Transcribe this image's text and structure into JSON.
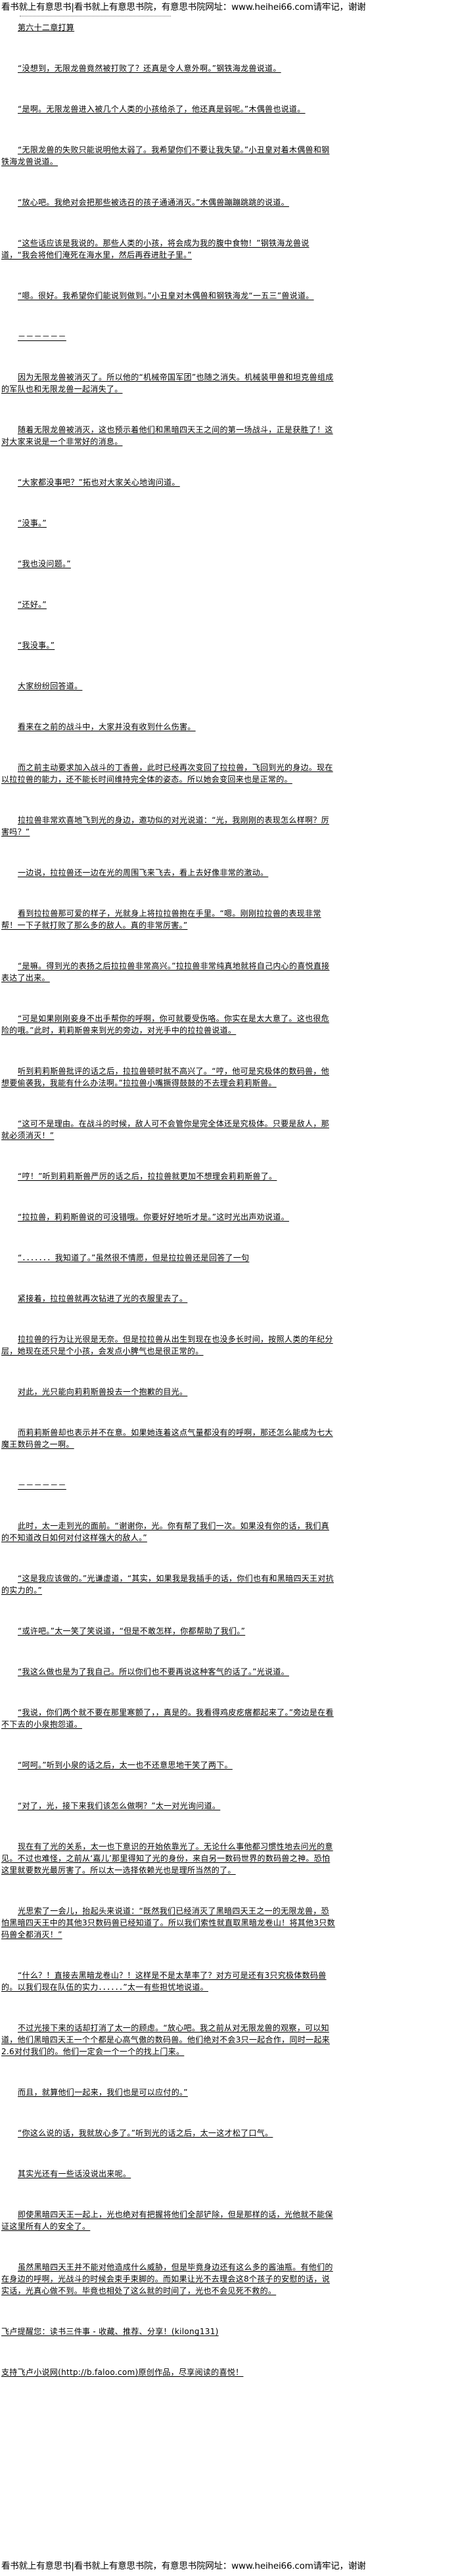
{
  "site_banner": "看书就上有意思书|看书就上有意思书院，有意思书院网址：www.heihei66.com请牢记，谢谢",
  "chapter_title": "第六十二章打算",
  "paragraphs": [
    {
      "text": "“没想到，无限龙兽竟然被打败了？还真是令人意外啊。”钢铁海龙兽说道。"
    },
    {
      "text": "“是啊。无限龙兽进入被几个人类的小孩给杀了，他还真是弱呢。”木偶兽也说道。"
    },
    {
      "text": "“无限龙兽的失败只能说明他太弱了。我希望你们不要让我失望。”小丑皇对着木偶兽和钢铁海龙兽说道。"
    },
    {
      "text": "“放心吧。我绝对会把那些被选召的孩子通通消灭。”木偶兽蹦蹦跳跳的说道。"
    },
    {
      "text": "“这些话应该是我说的。那些人类的小孩，将会成为我的腹中食物！”钢铁海龙兽说道，“我会将他们淹死在海水里，然后再吞进肚子里。”"
    },
    {
      "text": "“嗯。很好。我希望你们能说到做到。”小丑皇对木偶兽和钢铁海龙“一五三”兽说道。"
    },
    {
      "text": "－－－－－－"
    },
    {
      "text": "因为无限龙兽被消灭了。所以他的“机械帝国军团”也随之消失。机械装甲兽和坦克兽组成的军队也和无限龙兽一起消失了。"
    },
    {
      "text": "随着无限龙兽被消灭，这也预示着他们和黑暗四天王之间的第一场战斗，正是获胜了！这对大家来说是一个非常好的消息。"
    },
    {
      "text": "“大家都没事吧？”拓也对大家关心地询问道。"
    },
    {
      "text": "“没事。”"
    },
    {
      "text": "“我也没问题。”"
    },
    {
      "text": "“还好。”"
    },
    {
      "text": "“我没事。”"
    },
    {
      "text": "大家纷纷回答道。"
    },
    {
      "text": "看来在之前的战斗中，大家并没有收到什么伤害。"
    },
    {
      "text": "而之前主动要求加入战斗的丁香兽，此时已经再次变回了拉拉兽，飞回到光的身边。现在以拉拉兽的能力，还不能长时间维持完全体的姿态。所以她会变回来也是正常的。"
    },
    {
      "text": "拉拉兽非常欢喜地飞到光的身边，邀功似的对光说道：“光，我刚刚的表现怎么样啊？厉害吗？”"
    },
    {
      "text": "一边说，拉拉兽还一边在光的周围飞来飞去，看上去好像非常的激动。"
    },
    {
      "text": "看到拉拉兽那可爱的样子，光就身上将拉拉兽抱在手里。“嗯。刚刚拉拉兽的表现非常帮！一下子就打败了那么多的敌人。真的非常厉害。”"
    },
    {
      "text": "“是嘛。得到光的表扬之后拉拉兽非常高兴。”拉拉兽非常纯真地就将自己内心的喜悦直接表达了出来。"
    },
    {
      "text": "“可是如果刚刚妾身不出手帮你的呼啊，你可就要受伤咯。你实在是太大意了。这也很危险的哦。”此时，莉莉斯兽来到光的旁边，对光手中的拉拉兽说道。"
    },
    {
      "text": "听到莉莉斯兽批评的话之后，拉拉兽顿时就不高兴了。“哼，他可是究极体的数码兽，他想要偷袭我，我能有什么办法啊。”拉拉兽小嘴撅得鼓鼓的不去理会莉莉斯兽。"
    },
    {
      "text": "“这可不是理由。在战斗的时候，敌人可不会管你是完全体还是究极体。只要是敌人，那就必须消灭！”"
    },
    {
      "text": "“哼！”听到莉莉斯兽严厉的话之后，拉拉兽就更加不想理会莉莉斯兽了。"
    },
    {
      "text": "“拉拉兽，莉莉斯兽说的可没错哦。你要好好地听才是。”这时光出声劝说道。"
    },
    {
      "text": "“．．．．．．．我知道了。”虽然很不情愿，但是拉拉兽还是回答了一句"
    },
    {
      "text": "紧接着，拉拉兽就再次钻进了光的衣服里去了。"
    },
    {
      "text": "拉拉兽的行为让光很是无奈。但是拉拉兽从出生到现在也没多长时间，按照人类的年纪分层，她现在还只是个小孩，会发点小脾气也是很正常的。"
    },
    {
      "text": "对此，光只能向莉莉斯兽投去一个抱歉的目光。"
    },
    {
      "text": "而莉莉斯兽却也表示并不在意。如果她连着这点气量都没有的呼啊，那还怎么能成为七大魔王数码兽之一啊。"
    },
    {
      "text": "－－－－－－"
    },
    {
      "text": "此时，太一走到光的面前。“谢谢你，光。你有帮了我们一次。如果没有你的话，我们真的不知道改日如何对付这样强大的敌人。”"
    },
    {
      "text": "“这是我应该做的。”光谦虚道，“其实，如果我是我插手的话，你们也有和黑暗四天王对抗的实力的。”"
    },
    {
      "text": "“或许吧。”太一笑了笑说道，“但是不敢怎样，你都帮助了我们。”"
    },
    {
      "text": "“我这么做也是为了我自己。所以你们也不要再说这种客气的话了。”光说道。"
    },
    {
      "text": "“我说，你们两个就不要在那里寒颤了，，真是的。我看得鸡皮疙瘩都起来了。”旁边是在看不下去的小泉抱怨道。"
    },
    {
      "text": "“呵呵。”听到小泉的话之后，太一也不还意思地干笑了两下。"
    },
    {
      "text": "“对了，光，接下来我们该怎么做啊？”太一对光询问道。"
    },
    {
      "text": "现在有了光的关系，太一也下意识的开始依靠光了。无论什么事他都习惯性地去问光的意见。不过也难怪，之前从‘嘉儿’那里得知了光的身份，来自另一数码世界的数码兽之神。恐怕这里就要数光最厉害了。所以太一选择依赖光也是理所当然的了。"
    },
    {
      "text": "光思索了一会儿，抬起头来说道：“既然我们已经消灭了黑暗四天王之一的无限龙兽，恐怕黑暗四天王中的其他3只数码兽已经知道了。所以我们索性就直取黑暗龙卷山！将其他3只数码兽全都消灭！”"
    },
    {
      "text": "“什么？！直接去黑暗龙卷山？！这样是不是太草率了？对方可是还有3只究极体数码兽的。以我们现在队伍的实力．．．．．．”太一有些担忧地说道。"
    },
    {
      "text": "不过光接下来的话却打消了太一的顾虑。“放心吧。我之前从对无限龙兽的观察，可以知道，他们黑暗四天王一个个都是心高气傲的数码兽。他们绝对不会3只一起合作，同时一起来2.6对付我们的。他们一定会一个一个的找上门来。"
    },
    {
      "text": "而且，就算他们一起来，我们也是可以应付的。”"
    },
    {
      "text": "“你这么说的话，我就放心多了。”听到光的话之后，太一这才松了口气。"
    },
    {
      "text": "其实光还有一些话没说出来呢。"
    },
    {
      "text": "即使黑暗四天王一起上，光也绝对有把握将他们全部铲除，但是那样的话，光他就不能保证这里所有人的安全了。"
    },
    {
      "text": "虽然黑暗四天王并不能对他造成什么威胁，但是毕竟身边还有这么多的酱油瓶。有他们的在身边的呼啊，光战斗的时候会束手束脚的。而如果让光不去理会这8个孩子的安慰的话，说实话，光真心做不到。毕竟也相处了这么就的时间了，光也不会见死不救的。"
    },
    {
      "text": "飞卢提醒您：读书三件事 - 收藏、推荐、分享！(kilong131)",
      "noindent": true
    },
    {
      "text": "支持飞卢小说网(http://b.faloo.com)原创作品，尽享阅读的喜悦！",
      "noindent": true
    }
  ],
  "footer_banner": "看书就上有意思书|看书就上有意思书院，有意思书院网址：www.heihei66.com请牢记，谢谢"
}
